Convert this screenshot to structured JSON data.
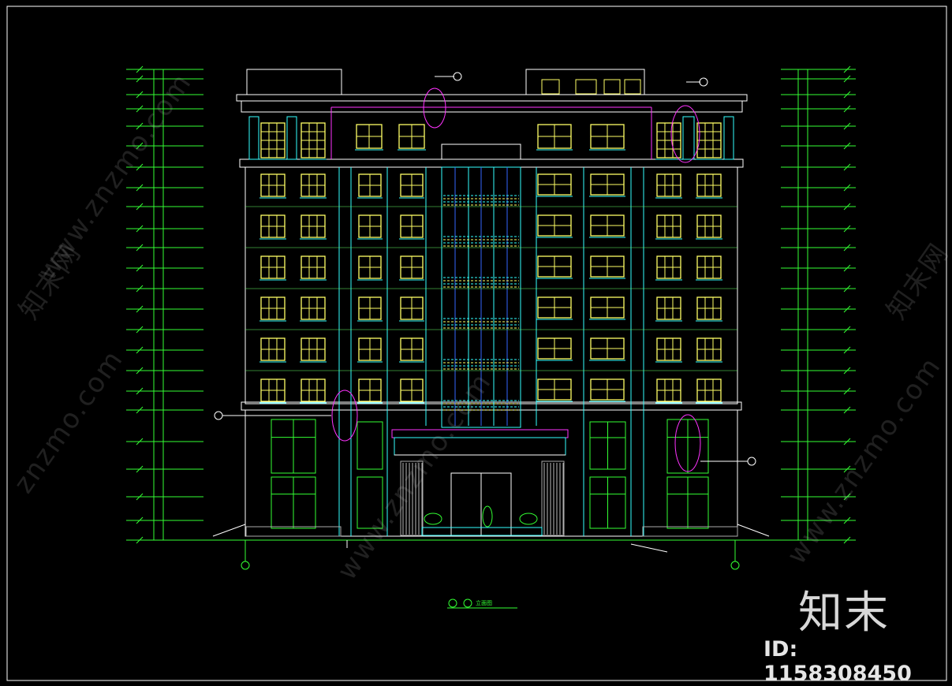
{
  "drawing": {
    "title": "立面图",
    "colors": {
      "background": "#000000",
      "outline": "#ffffff",
      "window": "#ffff66",
      "green": "#33ff33",
      "cyan": "#33ffff",
      "magenta": "#ff33ff",
      "blue": "#3366ff",
      "dim": "#66ff66"
    }
  },
  "watermark": {
    "site_text": "www.znzmo.com",
    "site_text_short": "znzmo.com",
    "brand_text": "知末网",
    "brand_logo": "知末",
    "id_label": "ID: 1158308450"
  }
}
